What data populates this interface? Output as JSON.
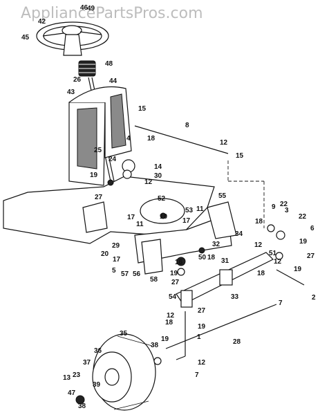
{
  "watermark": "AppliancePartsPros.com",
  "callouts": [
    {
      "id": "c46",
      "text": "46"
    },
    {
      "id": "c49",
      "text": "49"
    },
    {
      "id": "c42",
      "text": "42"
    },
    {
      "id": "c45",
      "text": "45"
    },
    {
      "id": "c48",
      "text": "48"
    },
    {
      "id": "c26",
      "text": "26"
    },
    {
      "id": "c44",
      "text": "44"
    },
    {
      "id": "c43",
      "text": "43"
    },
    {
      "id": "c15a",
      "text": "15"
    },
    {
      "id": "c8",
      "text": "8"
    },
    {
      "id": "c18a",
      "text": "18"
    },
    {
      "id": "c4",
      "text": "4"
    },
    {
      "id": "c25",
      "text": "25"
    },
    {
      "id": "c24",
      "text": "24"
    },
    {
      "id": "c14",
      "text": "14"
    },
    {
      "id": "c12a",
      "text": "12"
    },
    {
      "id": "c15b",
      "text": "15"
    },
    {
      "id": "c19a",
      "text": "19"
    },
    {
      "id": "c30",
      "text": "30"
    },
    {
      "id": "c12b",
      "text": "12"
    },
    {
      "id": "c27a",
      "text": "27"
    },
    {
      "id": "c55",
      "text": "55"
    },
    {
      "id": "c52",
      "text": "52"
    },
    {
      "id": "c17a",
      "text": "17"
    },
    {
      "id": "c10",
      "text": "10"
    },
    {
      "id": "c53",
      "text": "53"
    },
    {
      "id": "c11a",
      "text": "11"
    },
    {
      "id": "c11b",
      "text": "11"
    },
    {
      "id": "c17b",
      "text": "17"
    },
    {
      "id": "c9",
      "text": "9"
    },
    {
      "id": "c22a",
      "text": "22"
    },
    {
      "id": "c3",
      "text": "3"
    },
    {
      "id": "c18b",
      "text": "18"
    },
    {
      "id": "c22b",
      "text": "22"
    },
    {
      "id": "c6",
      "text": "6"
    },
    {
      "id": "c34",
      "text": "34"
    },
    {
      "id": "c19b",
      "text": "19"
    },
    {
      "id": "c29",
      "text": "29"
    },
    {
      "id": "c32",
      "text": "32"
    },
    {
      "id": "c12c",
      "text": "12"
    },
    {
      "id": "c20",
      "text": "20"
    },
    {
      "id": "c17c",
      "text": "17"
    },
    {
      "id": "c51",
      "text": "51"
    },
    {
      "id": "c27b",
      "text": "27"
    },
    {
      "id": "c50",
      "text": "50"
    },
    {
      "id": "c18c",
      "text": "18"
    },
    {
      "id": "c16",
      "text": "16"
    },
    {
      "id": "c31",
      "text": "31"
    },
    {
      "id": "c12d",
      "text": "12"
    },
    {
      "id": "c5",
      "text": "5"
    },
    {
      "id": "c57",
      "text": "57"
    },
    {
      "id": "c56",
      "text": "56"
    },
    {
      "id": "c58",
      "text": "58"
    },
    {
      "id": "c19c",
      "text": "19"
    },
    {
      "id": "c27c",
      "text": "27"
    },
    {
      "id": "c18d",
      "text": "18"
    },
    {
      "id": "c19d",
      "text": "19"
    },
    {
      "id": "c54",
      "text": "54"
    },
    {
      "id": "c33",
      "text": "33"
    },
    {
      "id": "c2",
      "text": "2"
    },
    {
      "id": "c27d",
      "text": "27"
    },
    {
      "id": "c7a",
      "text": "7"
    },
    {
      "id": "c12e",
      "text": "12"
    },
    {
      "id": "c18e",
      "text": "18"
    },
    {
      "id": "c19e",
      "text": "19"
    },
    {
      "id": "c1",
      "text": "1"
    },
    {
      "id": "c35",
      "text": "35"
    },
    {
      "id": "c38a",
      "text": "38"
    },
    {
      "id": "c19f",
      "text": "19"
    },
    {
      "id": "c28",
      "text": "28"
    },
    {
      "id": "c36",
      "text": "36"
    },
    {
      "id": "c12f",
      "text": "12"
    },
    {
      "id": "c37",
      "text": "37"
    },
    {
      "id": "c7b",
      "text": "7"
    },
    {
      "id": "c13",
      "text": "13"
    },
    {
      "id": "c23",
      "text": "23"
    },
    {
      "id": "c39",
      "text": "39"
    },
    {
      "id": "c47",
      "text": "47"
    },
    {
      "id": "c38b",
      "text": "38"
    }
  ]
}
